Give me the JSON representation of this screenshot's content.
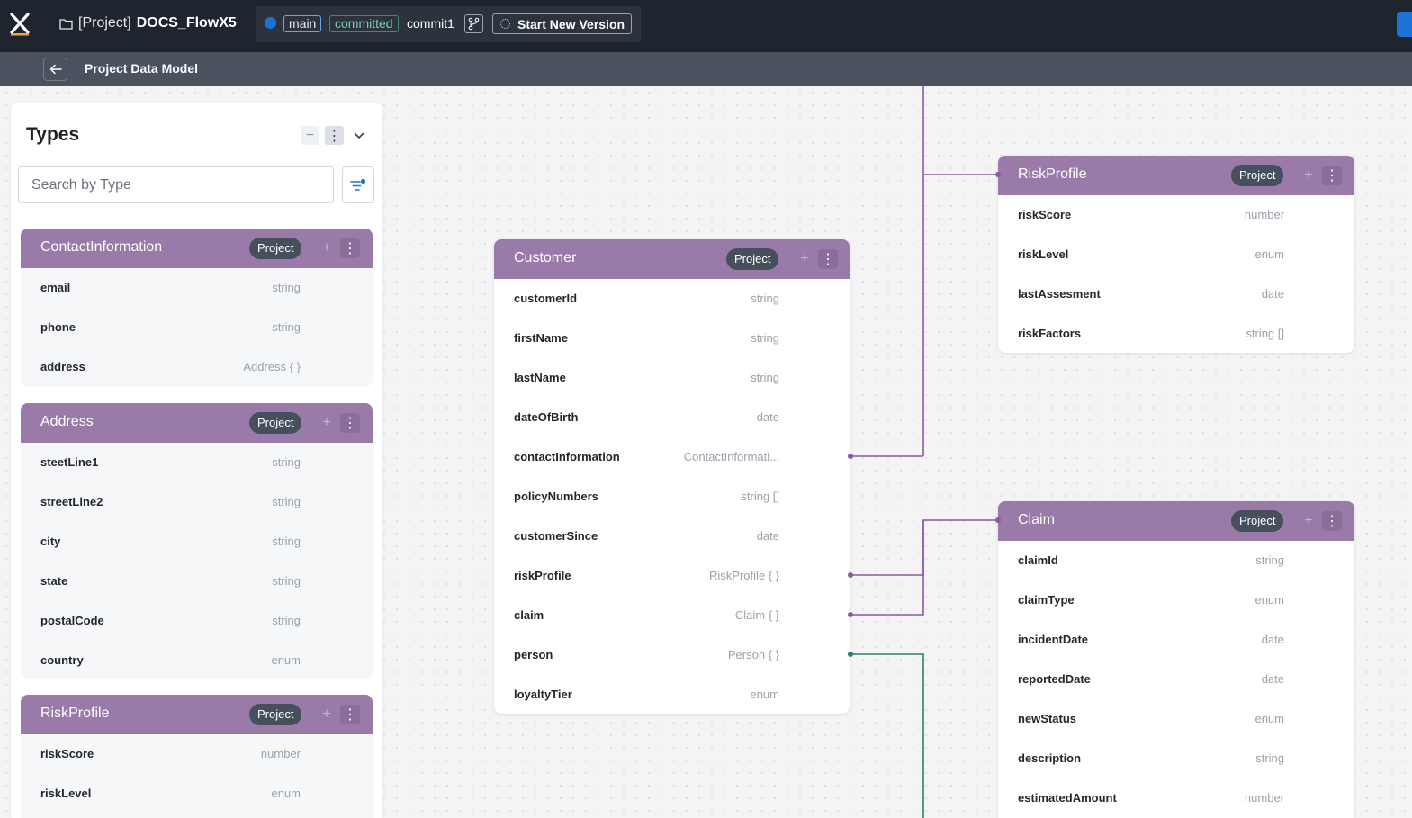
{
  "topbar": {
    "project_prefix": "[Project]",
    "project_name": "DOCS_FlowX5",
    "branch": "main",
    "status": "committed",
    "commit": "commit1",
    "start_new_version": "Start New Version"
  },
  "subheader": {
    "title": "Project Data Model"
  },
  "types_panel": {
    "title": "Types",
    "search_placeholder": "Search by Type",
    "cards": [
      {
        "title": "ContactInformation",
        "tag": "Project",
        "fields": [
          {
            "name": "email",
            "type": "string"
          },
          {
            "name": "phone",
            "type": "string"
          },
          {
            "name": "address",
            "type": "Address { }"
          }
        ]
      },
      {
        "title": "Address",
        "tag": "Project",
        "fields": [
          {
            "name": "steetLine1",
            "type": "string"
          },
          {
            "name": "streetLine2",
            "type": "string"
          },
          {
            "name": "city",
            "type": "string"
          },
          {
            "name": "state",
            "type": "string"
          },
          {
            "name": "postalCode",
            "type": "string"
          },
          {
            "name": "country",
            "type": "enum"
          }
        ]
      },
      {
        "title": "RiskProfile",
        "tag": "Project",
        "fields": [
          {
            "name": "riskScore",
            "type": "number"
          },
          {
            "name": "riskLevel",
            "type": "enum"
          }
        ]
      }
    ]
  },
  "diagram": {
    "customer": {
      "title": "Customer",
      "tag": "Project",
      "fields": [
        {
          "name": "customerId",
          "type": "string"
        },
        {
          "name": "firstName",
          "type": "string"
        },
        {
          "name": "lastName",
          "type": "string"
        },
        {
          "name": "dateOfBirth",
          "type": "date"
        },
        {
          "name": "contactInformation",
          "type": "ContactInformati..."
        },
        {
          "name": "policyNumbers",
          "type": "string []"
        },
        {
          "name": "customerSince",
          "type": "date"
        },
        {
          "name": "riskProfile",
          "type": "RiskProfile { }"
        },
        {
          "name": "claim",
          "type": "Claim { }"
        },
        {
          "name": "person",
          "type": "Person { }"
        },
        {
          "name": "loyaltyTier",
          "type": "enum"
        }
      ]
    },
    "riskprofile": {
      "title": "RiskProfile",
      "tag": "Project",
      "fields": [
        {
          "name": "riskScore",
          "type": "number"
        },
        {
          "name": "riskLevel",
          "type": "enum"
        },
        {
          "name": "lastAssesment",
          "type": "date"
        },
        {
          "name": "riskFactors",
          "type": "string []"
        }
      ]
    },
    "claim": {
      "title": "Claim",
      "tag": "Project",
      "fields": [
        {
          "name": "claimId",
          "type": "string"
        },
        {
          "name": "claimType",
          "type": "enum"
        },
        {
          "name": "incidentDate",
          "type": "date"
        },
        {
          "name": "reportedDate",
          "type": "date"
        },
        {
          "name": "newStatus",
          "type": "enum"
        },
        {
          "name": "description",
          "type": "string"
        },
        {
          "name": "estimatedAmount",
          "type": "number"
        }
      ]
    }
  },
  "icons": {
    "logo": "flowx-logo-icon",
    "folder": "folder-icon",
    "back": "arrow-left-icon",
    "add": "plus-icon",
    "more": "more-vertical-icon",
    "collapse": "chevron-down-icon",
    "filter": "filter-icon",
    "branch": "git-branch-icon"
  },
  "colors": {
    "card_header": "#9a7aa9",
    "tag": "#46505c",
    "connector_purple": "#8c5a9e",
    "connector_teal": "#2e7d70",
    "accent_blue": "#1d72d8"
  }
}
